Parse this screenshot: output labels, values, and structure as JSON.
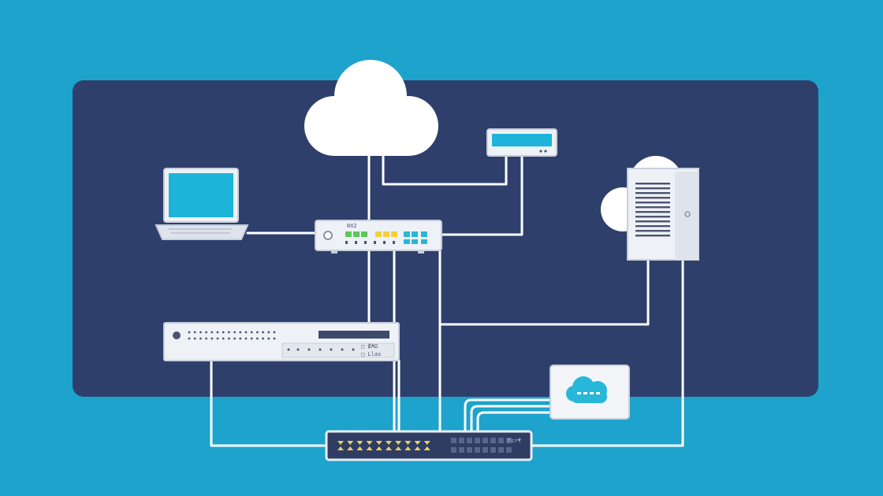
{
  "colors": {
    "background": "#1ea3cc",
    "panel": "#2e3f6b",
    "wire": "#ffffff",
    "device_body": "#eef1f6",
    "device_edge": "#c7cfdb",
    "screen": "#1eb3d9",
    "port_green": "#5ac85a",
    "port_yellow": "#f2cf3b",
    "port_cyan": "#27b7d8",
    "switch_body": "#2f3d63",
    "switch_led": "#e8cf6a"
  },
  "icons": {
    "cloud": "cloud-icon",
    "laptop": "laptop-icon",
    "modem": "modem-icon",
    "router": "router-icon",
    "server_rack": "rack-server-icon",
    "cloud_server": "cloud-server-icon",
    "cloud_badge": "cloud-chat-icon",
    "switch": "network-switch-icon"
  },
  "labels": {
    "router_model": "ΘΧ2",
    "rack_label_1": "□ ₡₳Ω",
    "rack_label_2": "□ Llas",
    "switch_label": "Γcr₹"
  }
}
